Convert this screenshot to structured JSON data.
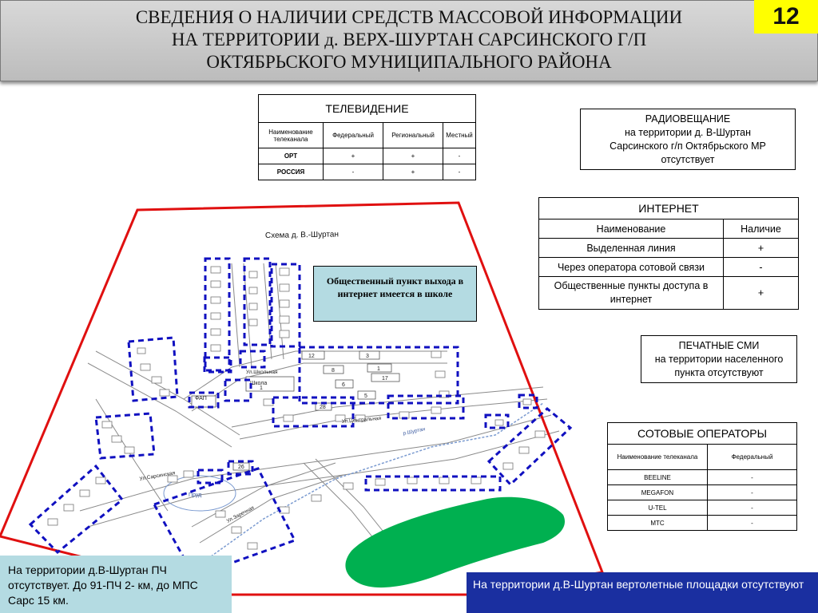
{
  "slide": {
    "number": "12",
    "title_line1": "СВЕДЕНИЯ О НАЛИЧИИ СРЕДСТВ МАССОВОЙ ИНФОРМАЦИИ",
    "title_line2": "НА ТЕРРИТОРИИ д. ВЕРХ-ШУРТАН САРСИНСКОГО Г/П",
    "title_line3": "ОКТЯБРЬСКОГО МУНИЦИПАЛЬНОГО РАЙОНА"
  },
  "tv": {
    "title": "ТЕЛЕВИДЕНИЕ",
    "headers": [
      "Наименование телеканала",
      "Федеральный",
      "Региональный",
      "Местный"
    ],
    "rows": [
      {
        "name": "ОРТ",
        "federal": "+",
        "regional": "+",
        "local": "-"
      },
      {
        "name": "РОССИЯ",
        "federal": "-",
        "regional": "+",
        "local": "-"
      }
    ]
  },
  "radio": {
    "title": "РАДИОВЕЩАНИЕ",
    "text1": "на территории д. В-Шуртан",
    "text2": "Сарсинского г/п Октябрьского МР",
    "text3": "отсутствует"
  },
  "internet": {
    "title": "ИНТЕРНЕТ",
    "headers": [
      "Наименование",
      "Наличие"
    ],
    "rows": [
      {
        "name": "Выделенная линия",
        "value": "+"
      },
      {
        "name": "Через оператора сотовой связи",
        "value": "-"
      },
      {
        "name": "Общественные пункты доступа в интернет",
        "value": "+"
      }
    ]
  },
  "print": {
    "title": "ПЕЧАТНЫЕ СМИ",
    "text1": "на территории населенного",
    "text2": "пункта отсутствуют"
  },
  "cellular": {
    "title": "СОТОВЫЕ ОПЕРАТОРЫ",
    "headers": [
      "Наименование телеканала",
      "Федеральный"
    ],
    "rows": [
      {
        "name": "BEELINE",
        "value": "-"
      },
      {
        "name": "MEGAFON",
        "value": "-"
      },
      {
        "name": "U-TEL",
        "value": "-"
      },
      {
        "name": "МТС",
        "value": "-"
      }
    ]
  },
  "map": {
    "title": "Схема д. В.-Шуртан",
    "school_note": "Общественный пункт выхода в интернет имеется в школе",
    "labels": {
      "school": "Школа",
      "school_no": "1",
      "fap": "ФАП",
      "pond": "Пруд",
      "lakes": "Ул.Школьная",
      "sarsinskaya": "Ул.Сарсинская",
      "zarechnaya": "Ул.Заречная",
      "central": "Ул.Центральная",
      "shurtan": "р.Шуртан",
      "n12": "12",
      "n3": "3",
      "n8": "8",
      "n1": "1",
      "n17": "17",
      "n6": "6",
      "n5": "5",
      "n26": "26",
      "n28": "28"
    }
  },
  "notes": {
    "left": "На территории д.В-Шуртан ПЧ отсутствует. До 91-ПЧ 2- км, до МПС Сарс 15 км.",
    "right": "На территории д.В-Шуртан вертолетные площадки отсутствуют"
  },
  "colors": {
    "header_bg": "#cfcfcf",
    "slide_number_bg": "#ffff00",
    "boundary": "#e01010",
    "dash_blue": "#1010c0",
    "forest_green": "#00b050",
    "note_left_bg": "#b4dbe2",
    "note_right_bg": "#1a2fa0"
  }
}
